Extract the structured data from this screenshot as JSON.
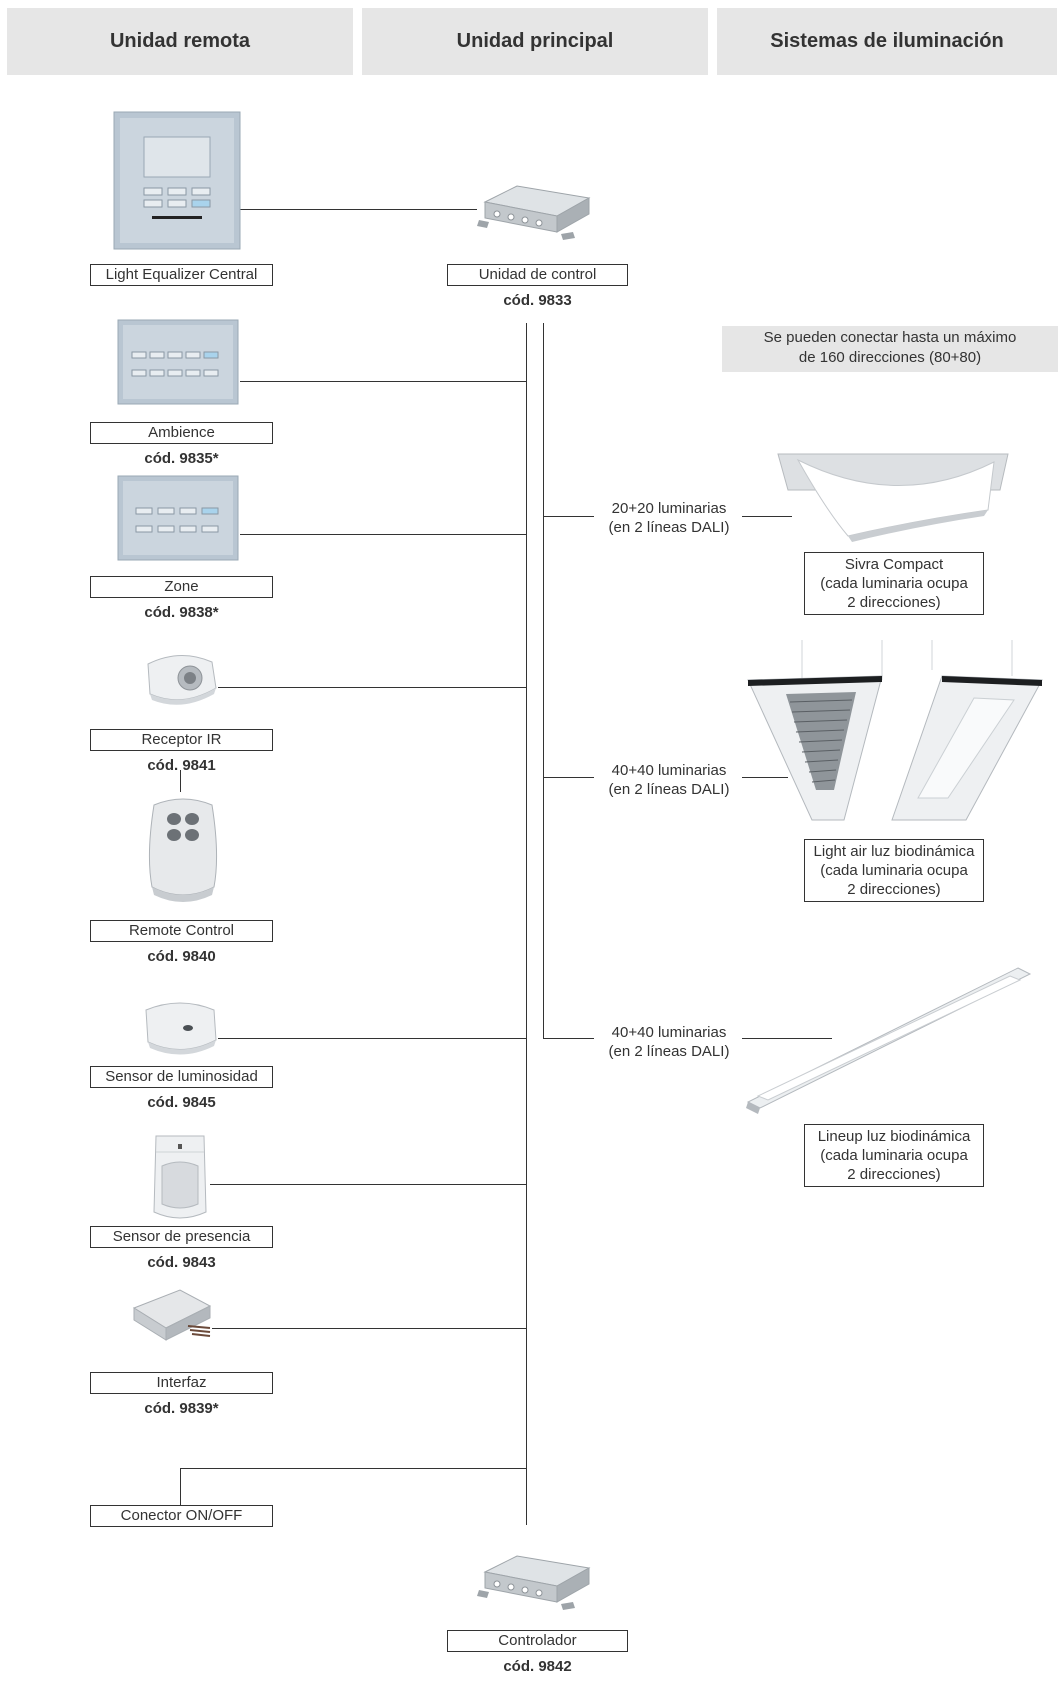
{
  "headers": {
    "remote": "Unidad remota",
    "main": "Unidad principal",
    "lighting": "Sistemas de iluminación"
  },
  "main_unit": {
    "control_label": "Unidad de control",
    "control_code": "cód. 9833",
    "controller_label": "Controlador",
    "controller_code": "cód. 9842"
  },
  "note": {
    "line1": "Se pueden conectar hasta un máximo",
    "line2": "de 160 direcciones (80+80)"
  },
  "remote_units": [
    {
      "label": "Light Equalizer Central",
      "code": ""
    },
    {
      "label": "Ambience",
      "code": "cód. 9835*"
    },
    {
      "label": "Zone",
      "code": "cód. 9838*"
    },
    {
      "label": "Receptor IR",
      "code": "cód. 9841"
    },
    {
      "label": "Remote Control",
      "code": "cód. 9840"
    },
    {
      "label": "Sensor de luminosidad",
      "code": "cód. 9845"
    },
    {
      "label": "Sensor de presencia",
      "code": "cód. 9843"
    },
    {
      "label": "Interfaz",
      "code": "cód. 9839*"
    },
    {
      "label": "Conector ON/OFF",
      "code": ""
    }
  ],
  "flows": [
    {
      "line1": "20+20 luminarias",
      "line2": "(en 2 líneas DALI)"
    },
    {
      "line1": "40+40 luminarias",
      "line2": "(en 2 líneas DALI)"
    },
    {
      "line1": "40+40 luminarias",
      "line2": "(en 2 líneas DALI)"
    }
  ],
  "luminaires": [
    {
      "line1": "Sivra Compact",
      "line2": "(cada luminaria ocupa",
      "line3": "2 direcciones)"
    },
    {
      "line1": "Light air luz biodinámica",
      "line2": "(cada luminaria ocupa",
      "line3": "2 direcciones)"
    },
    {
      "line1": "Lineup luz biodinámica",
      "line2": "(cada luminaria ocupa",
      "line3": "2 direcciones)"
    }
  ]
}
